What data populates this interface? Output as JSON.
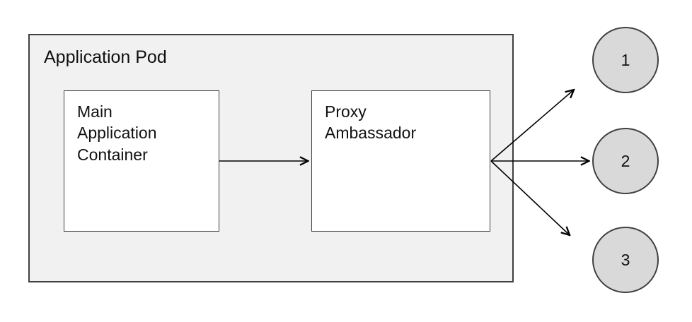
{
  "diagram": {
    "pod": {
      "label": "Application Pod"
    },
    "nodes": {
      "main_container": {
        "label": "Main Application Container"
      },
      "proxy_ambassador": {
        "label": "Proxy Ambassador"
      }
    },
    "endpoints": [
      {
        "label": "1"
      },
      {
        "label": "2"
      },
      {
        "label": "3"
      }
    ],
    "connections": [
      {
        "from": "Main Application Container",
        "to": "Proxy Ambassador"
      },
      {
        "from": "Proxy Ambassador",
        "to": "1"
      },
      {
        "from": "Proxy Ambassador",
        "to": "2"
      },
      {
        "from": "Proxy Ambassador",
        "to": "3"
      }
    ],
    "colors": {
      "pod_fill": "#f1f1f1",
      "node_fill": "#ffffff",
      "endpoint_fill": "#d9d9d9",
      "border": "#404040",
      "arrow": "#000000"
    }
  }
}
